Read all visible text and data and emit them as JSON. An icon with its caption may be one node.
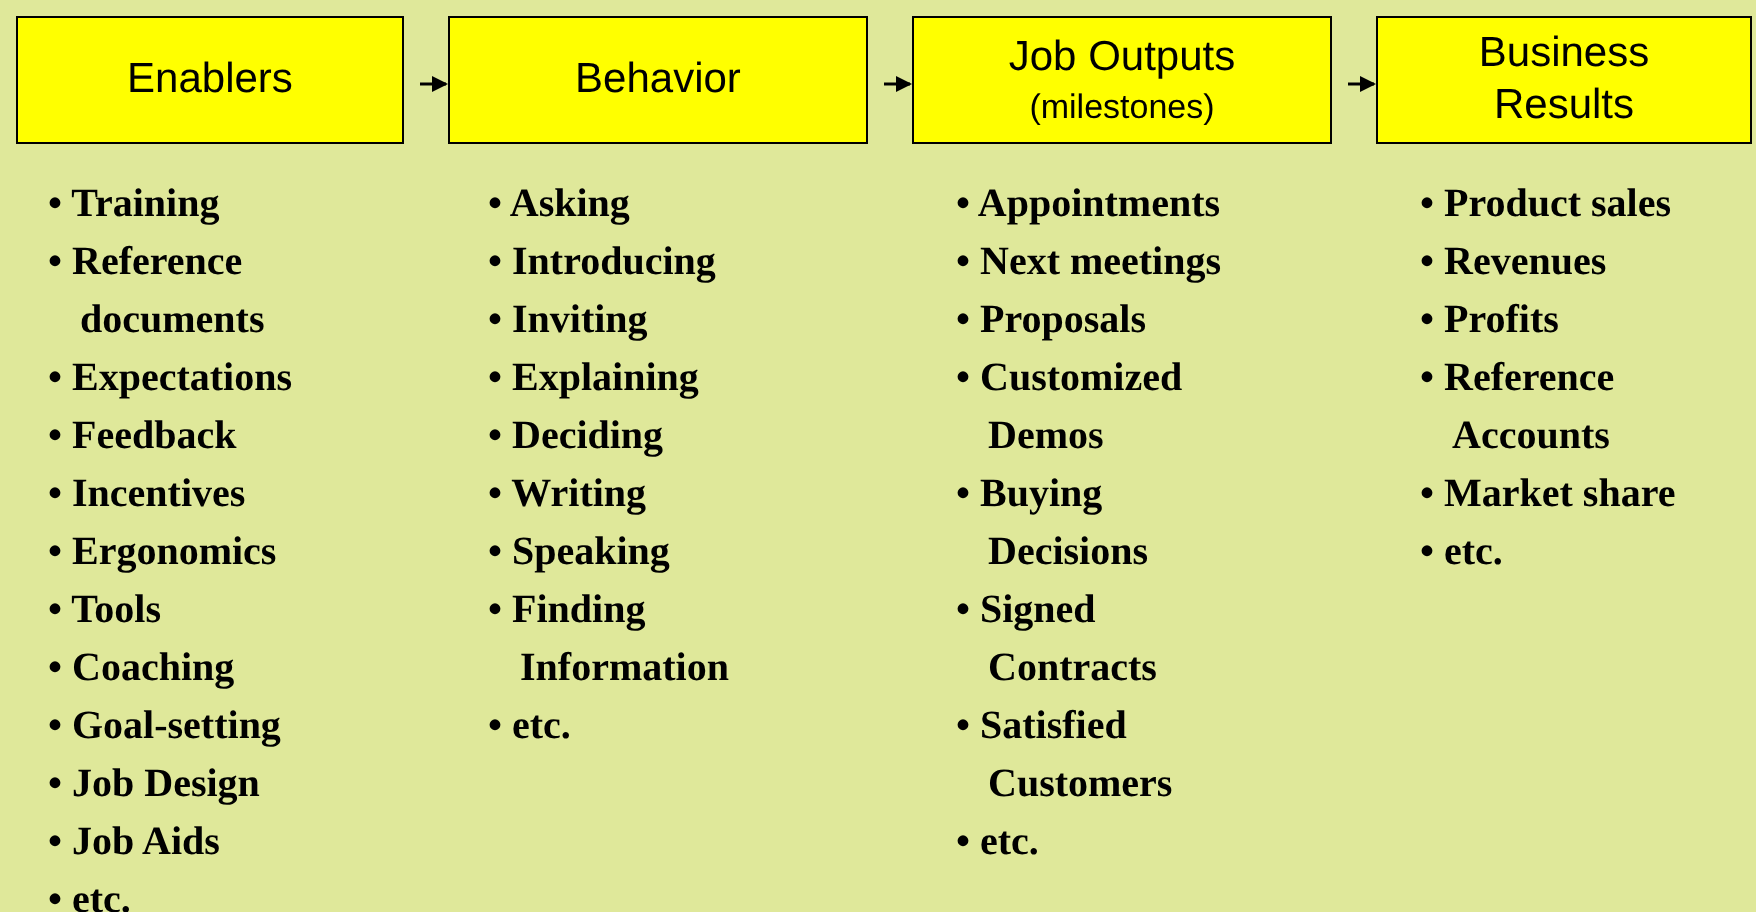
{
  "diagram": {
    "nodes": [
      {
        "text": [
          "Enablers"
        ],
        "beside": [
          "• Training",
          "• Reference documents",
          "• Expectations",
          "• Feedback",
          "• Incentives",
          "• Ergonomics",
          "• Tools",
          "• Coaching",
          "• Goal-setting",
          "• Job Design",
          "• Job Aids",
          "• etc."
        ]
      },
      {
        "text": [
          "Behavior"
        ],
        "beside": [
          "• Asking",
          "• Introducing",
          "• Inviting",
          "• Explaining",
          "• Deciding",
          "• Writing",
          "• Speaking",
          "• Finding Information",
          "• etc."
        ]
      },
      {
        "text": [
          "Job Outputs",
          "(milestones)"
        ],
        "beside": [
          "• Appointments",
          "• Next meetings",
          "• Proposals",
          "• Customized Demos",
          "• Buying Decisions",
          "• Signed Contracts",
          "• Satisfied Customers",
          "• etc."
        ]
      },
      {
        "text": [
          "Business Results"
        ],
        "beside": [
          "• Product sales",
          "• Revenues",
          "• Profits",
          "• Reference Accounts",
          "• Market share",
          "• etc."
        ]
      }
    ],
    "edges": [
      {
        "from": 0,
        "to": 1,
        "arrow": "to"
      },
      {
        "from": 1,
        "to": 2,
        "arrow": "to"
      },
      {
        "from": 2,
        "to": 3,
        "arrow": "to"
      }
    ]
  }
}
